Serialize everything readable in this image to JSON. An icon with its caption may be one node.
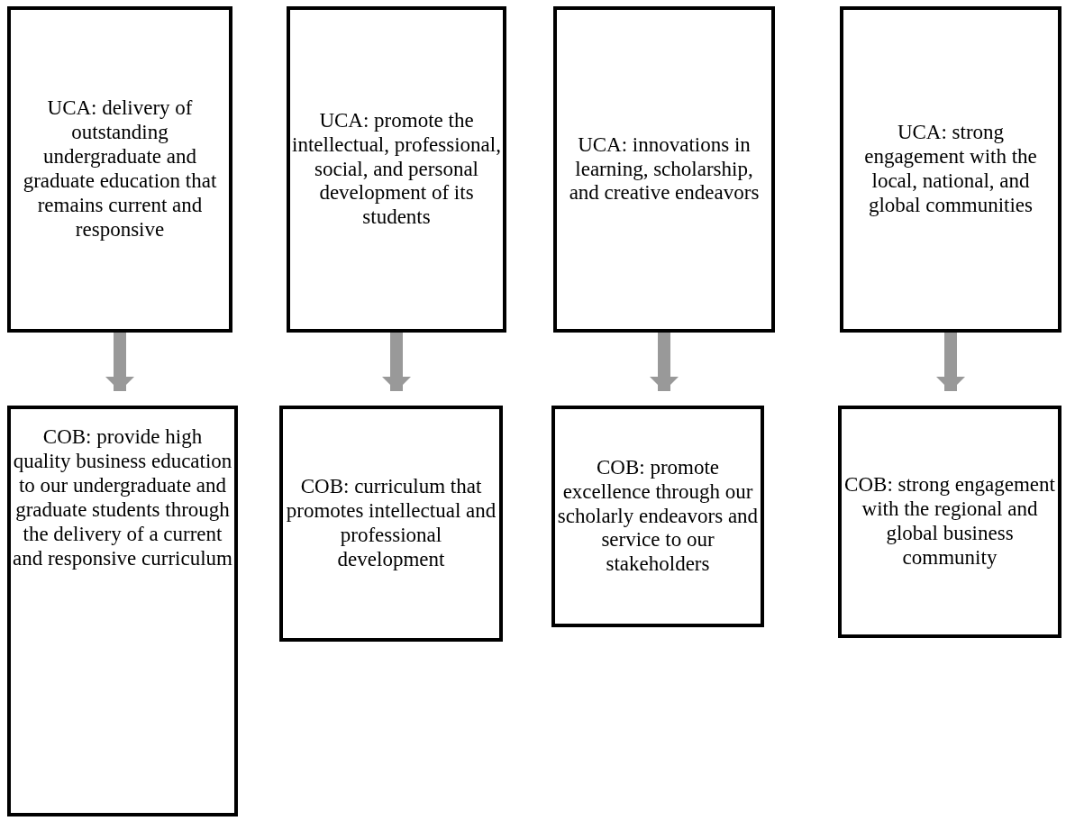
{
  "diagram": {
    "nodes": [
      {
        "text": [
          "UCA: delivery of outstanding undergraduate and graduate education that remains current and responsive"
        ]
      },
      {
        "text": [
          "UCA: promote the intellectual, professional, social, and personal development of its students"
        ]
      },
      {
        "text": [
          "UCA: innovations in learning, scholarship, and creative endeavors"
        ]
      },
      {
        "text": [
          "UCA: strong engagement with the local, national, and global communities"
        ]
      },
      {
        "text": [
          "COB: provide high quality business education to our undergraduate and graduate students through the delivery of a current and responsive curriculum"
        ]
      },
      {
        "text": [
          "COB: curriculum that promotes intellectual and professional development"
        ]
      },
      {
        "text": [
          "COB: promote excellence through our scholarly endeavors and service to our stakeholders"
        ]
      },
      {
        "text": [
          "COB: strong engagement with the regional and global business community"
        ]
      }
    ],
    "edges": [
      {
        "from": 0,
        "to": 4,
        "arrow": "to"
      },
      {
        "from": 1,
        "to": 5,
        "arrow": "to"
      },
      {
        "from": 2,
        "to": 6,
        "arrow": "to"
      },
      {
        "from": 3,
        "to": 7,
        "arrow": "to"
      }
    ]
  }
}
